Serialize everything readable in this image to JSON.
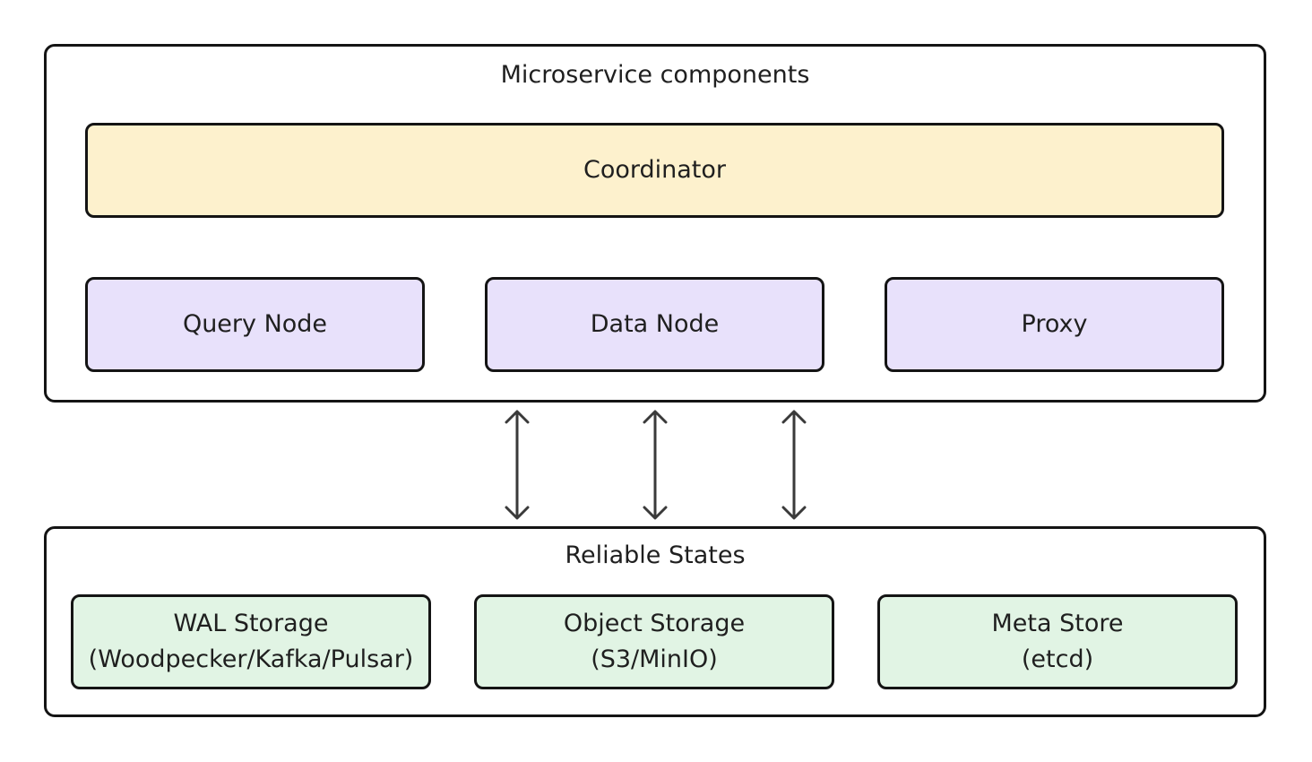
{
  "microservices": {
    "title": "Microservice components",
    "coordinator": "Coordinator",
    "nodes": [
      "Query Node",
      "Data Node",
      "Proxy"
    ]
  },
  "reliable_states": {
    "title": "Reliable States",
    "stores": [
      {
        "name": "WAL Storage",
        "detail": "(Woodpecker/Kafka/Pulsar)"
      },
      {
        "name": "Object Storage",
        "detail": "(S3/MinIO)"
      },
      {
        "name": "Meta Store",
        "detail": "(etcd)"
      }
    ]
  },
  "colors": {
    "coordinator_fill": "#fdf1cd",
    "node_fill": "#e8e1fb",
    "store_fill": "#e1f4e4",
    "border": "#141414",
    "arrow": "#3a3a3a"
  }
}
